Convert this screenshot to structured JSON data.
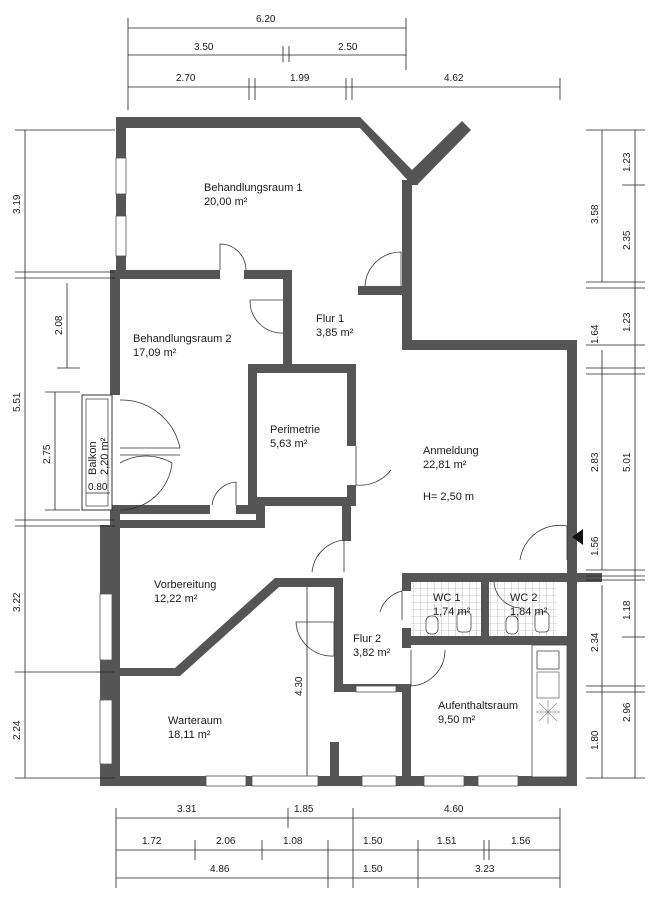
{
  "plan": {
    "colors": {
      "wall": "#555555",
      "line": "#222222",
      "background": "#ffffff"
    },
    "rooms": [
      {
        "id": "behandlungsraum-1",
        "name": "Behandlungsraum 1",
        "area": "20,00 m²"
      },
      {
        "id": "behandlungsraum-2",
        "name": "Behandlungsraum 2",
        "area": "17,09 m²"
      },
      {
        "id": "flur-1",
        "name": "Flur 1",
        "area": "3,85 m²"
      },
      {
        "id": "perimetrie",
        "name": "Perimetrie",
        "area": "5,63 m²"
      },
      {
        "id": "anmeldung",
        "name": "Anmeldung",
        "area": "22,81 m²",
        "extra": "H= 2,50 m"
      },
      {
        "id": "balkon",
        "name": "Balkon",
        "area": "2,20 m²"
      },
      {
        "id": "vorbereitung",
        "name": "Vorbereitung",
        "area": "12,22 m²"
      },
      {
        "id": "wc-1",
        "name": "WC 1",
        "area": "1,74 m²"
      },
      {
        "id": "wc-2",
        "name": "WC 2",
        "area": "1,84 m²"
      },
      {
        "id": "flur-2",
        "name": "Flur 2",
        "area": "3,82 m²"
      },
      {
        "id": "aufenthaltsraum",
        "name": "Aufenthaltsraum",
        "area": "9,50 m²"
      },
      {
        "id": "warteraum",
        "name": "Warteraum",
        "area": "18,11 m²"
      }
    ],
    "dimensions": {
      "top": [
        "6.20",
        "3.50",
        "2.50",
        "2.70",
        "1.99",
        "4.62"
      ],
      "bottom": [
        "3.31",
        "1.85",
        "4.60",
        "1.72",
        "2.06",
        "1.08",
        "1.50",
        "1.51",
        "1.56",
        "4.86",
        "1.50",
        "3.23"
      ],
      "left": [
        "3.19",
        "5.51",
        "2.08",
        "2.75",
        "3.22",
        "2.24"
      ],
      "right": [
        "1.23",
        "3.58",
        "2.35",
        "1.23",
        "1.64",
        "2.83",
        "5.01",
        "1.56",
        "1.18",
        "2.34",
        "2.96",
        "1.80"
      ],
      "interior": [
        "4.30",
        "0.80"
      ]
    }
  }
}
